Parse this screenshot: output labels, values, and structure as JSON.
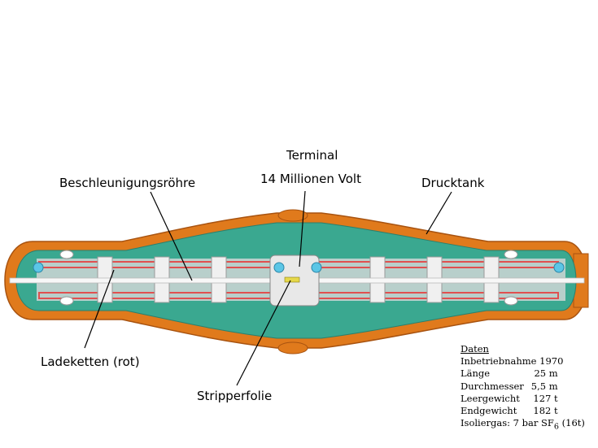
{
  "labels": {
    "terminal": "Terminal",
    "voltage": "14 Millionen Volt",
    "accel_tube": "Beschleunigungsröhre",
    "pressure_tank": "Drucktank",
    "charging_chains": "Ladeketten (rot)",
    "stripper_foil": "Stripperfolie"
  },
  "data_panel": {
    "title": "Daten",
    "rows": [
      {
        "key": "Inbetriebnahme",
        "value": "1970"
      },
      {
        "key": "Länge",
        "value": "25 m"
      },
      {
        "key": "Durchmesser",
        "value": "5,5 m"
      },
      {
        "key": "Leergewicht",
        "value": "127 t"
      },
      {
        "key": "Endgewicht",
        "value": "182 t"
      }
    ],
    "gas_prefix": "Isoliergas: 7 bar SF",
    "gas_subscript": "6",
    "gas_suffix": " (16t)"
  },
  "colors": {
    "tank_shell": "#e07a1c",
    "tank_shell_dark": "#b85c10",
    "insulating_gas": "#3aa890",
    "column": "#d9d9d9",
    "charging_chain": "#e05050",
    "accel_tube": "#f4f4f4",
    "electrode_end": "#5bc6e6",
    "stripper": "#e6d84a"
  }
}
